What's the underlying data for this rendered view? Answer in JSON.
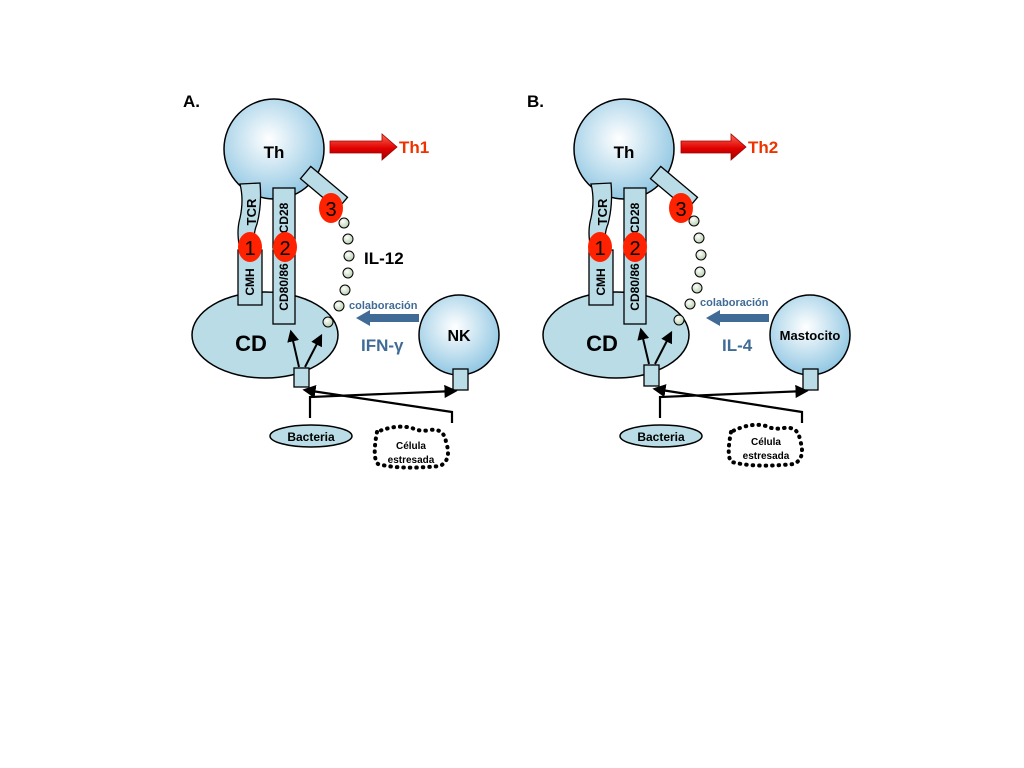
{
  "panels": [
    {
      "panel_label": "A.",
      "th": "Th",
      "outcome": "Th1",
      "tcr": "TCR",
      "cmh": "CMH",
      "cd28": "CD28",
      "cd8086": "CD80/86",
      "signal1": "1",
      "signal2": "2",
      "signal3": "3",
      "cytokine_top": "IL-12",
      "cd": "CD",
      "colaboracion": "colaboración",
      "cytokine_side": "IFN-γ",
      "partner": "NK",
      "bacteria": "Bacteria",
      "celula_1": "Célula",
      "celula_2": "estresada"
    },
    {
      "panel_label": "B.",
      "th": "Th",
      "outcome": "Th2",
      "tcr": "TCR",
      "cmh": "CMH",
      "cd28": "CD28",
      "cd8086": "CD80/86",
      "signal1": "1",
      "signal2": "2",
      "signal3": "3",
      "cytokine_top": "",
      "cd": "CD",
      "colaboracion": "colaboración",
      "cytokine_side": "IL-4",
      "partner": "Mastocito",
      "bacteria": "Bacteria",
      "celula_1": "Célula",
      "celula_2": "estresada"
    }
  ],
  "colors": {
    "cell_light": "#ffffff",
    "cell_blue": "#99cde6",
    "cd_fill": "#b9dce6",
    "receptor_fill": "#b9dce6",
    "signal_red": "#ff2200",
    "outcome_red": "#ee3300",
    "collab_blue": "#406b96",
    "bead_fill": "#e2edd8"
  }
}
